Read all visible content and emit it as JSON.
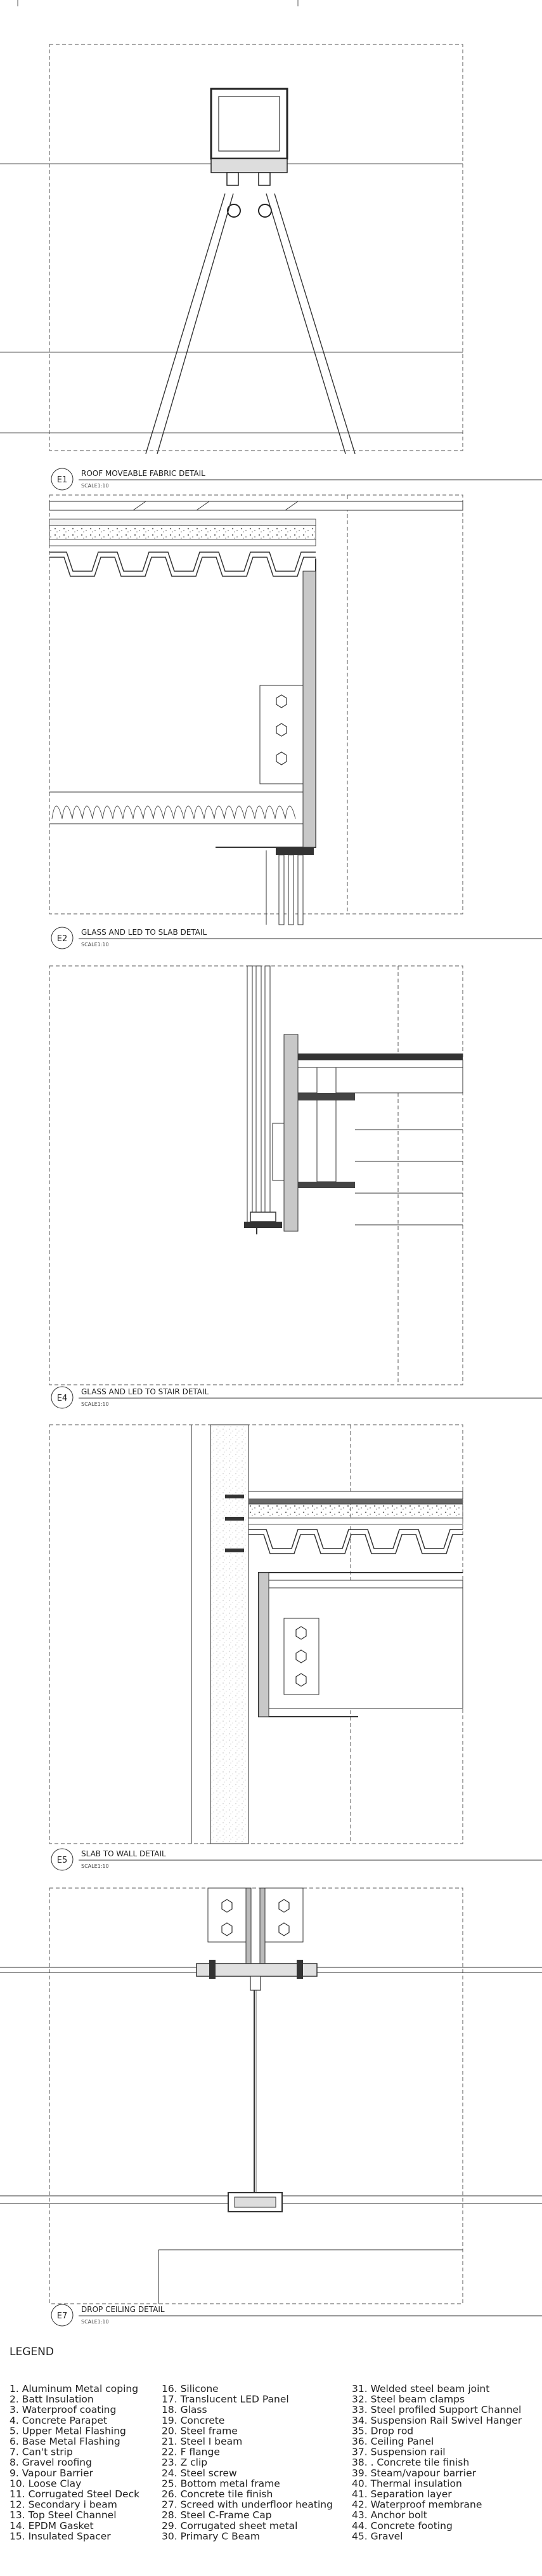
{
  "details": [
    {
      "tag": "E1",
      "title": "ROOF MOVEABLE FABRIC DETAIL",
      "scale": "SCALE1:10"
    },
    {
      "tag": "E2",
      "title": "GLASS AND LED TO SLAB DETAIL",
      "scale": "SCALE1:10"
    },
    {
      "tag": "E4",
      "title": "GLASS AND LED TO STAIR DETAIL",
      "scale": "SCALE1:10"
    },
    {
      "tag": "E5",
      "title": "SLAB TO WALL DETAIL",
      "scale": "SCALE1:10"
    },
    {
      "tag": "E7",
      "title": "DROP CEILING DETAIL",
      "scale": "SCALE1:10"
    }
  ],
  "legend": {
    "heading": "LEGEND",
    "columns": [
      [
        "1. Aluminum Metal coping",
        "2. Batt Insulation",
        "3. Waterproof coating",
        "4. Concrete Parapet",
        "5. Upper Metal Flashing",
        "6. Base Metal Flashing",
        "7. Can't strip",
        "8. Gravel roofing",
        "9. Vapour Barrier",
        "10. Loose Clay",
        "11. Corrugated Steel Deck",
        "12. Secondary i beam",
        "13. Top Steel Channel",
        "14. EPDM Gasket",
        "15. Insulated Spacer"
      ],
      [
        "16. Silicone",
        "17. Translucent LED Panel",
        "18. Glass",
        "19. Concrete",
        "20. Steel frame",
        "21. Steel I beam",
        "22. F flange",
        "23. Z clip",
        "24. Steel screw",
        "25. Bottom metal frame",
        "26. Concrete tile finish",
        "27. Screed with underfloor heating",
        "28. Steel C-Frame Cap",
        "29. Corrugated sheet metal",
        "30. Primary C Beam"
      ],
      [
        "31. Welded steel beam joint",
        "32. Steel beam clamps",
        "33. Steel profiled Support Channel",
        "34. Suspension Rail Swivel Hanger",
        "35. Drop rod",
        "36. Ceiling Panel",
        "37. Suspension rail",
        "38. . Concrete tile finish",
        "39. Steam/vapour barrier",
        "40. Thermal insulation",
        "41. Separation layer",
        "42. Waterproof membrane",
        "43. Anchor bolt",
        "44. Concrete footing",
        "45. Gravel"
      ]
    ]
  }
}
